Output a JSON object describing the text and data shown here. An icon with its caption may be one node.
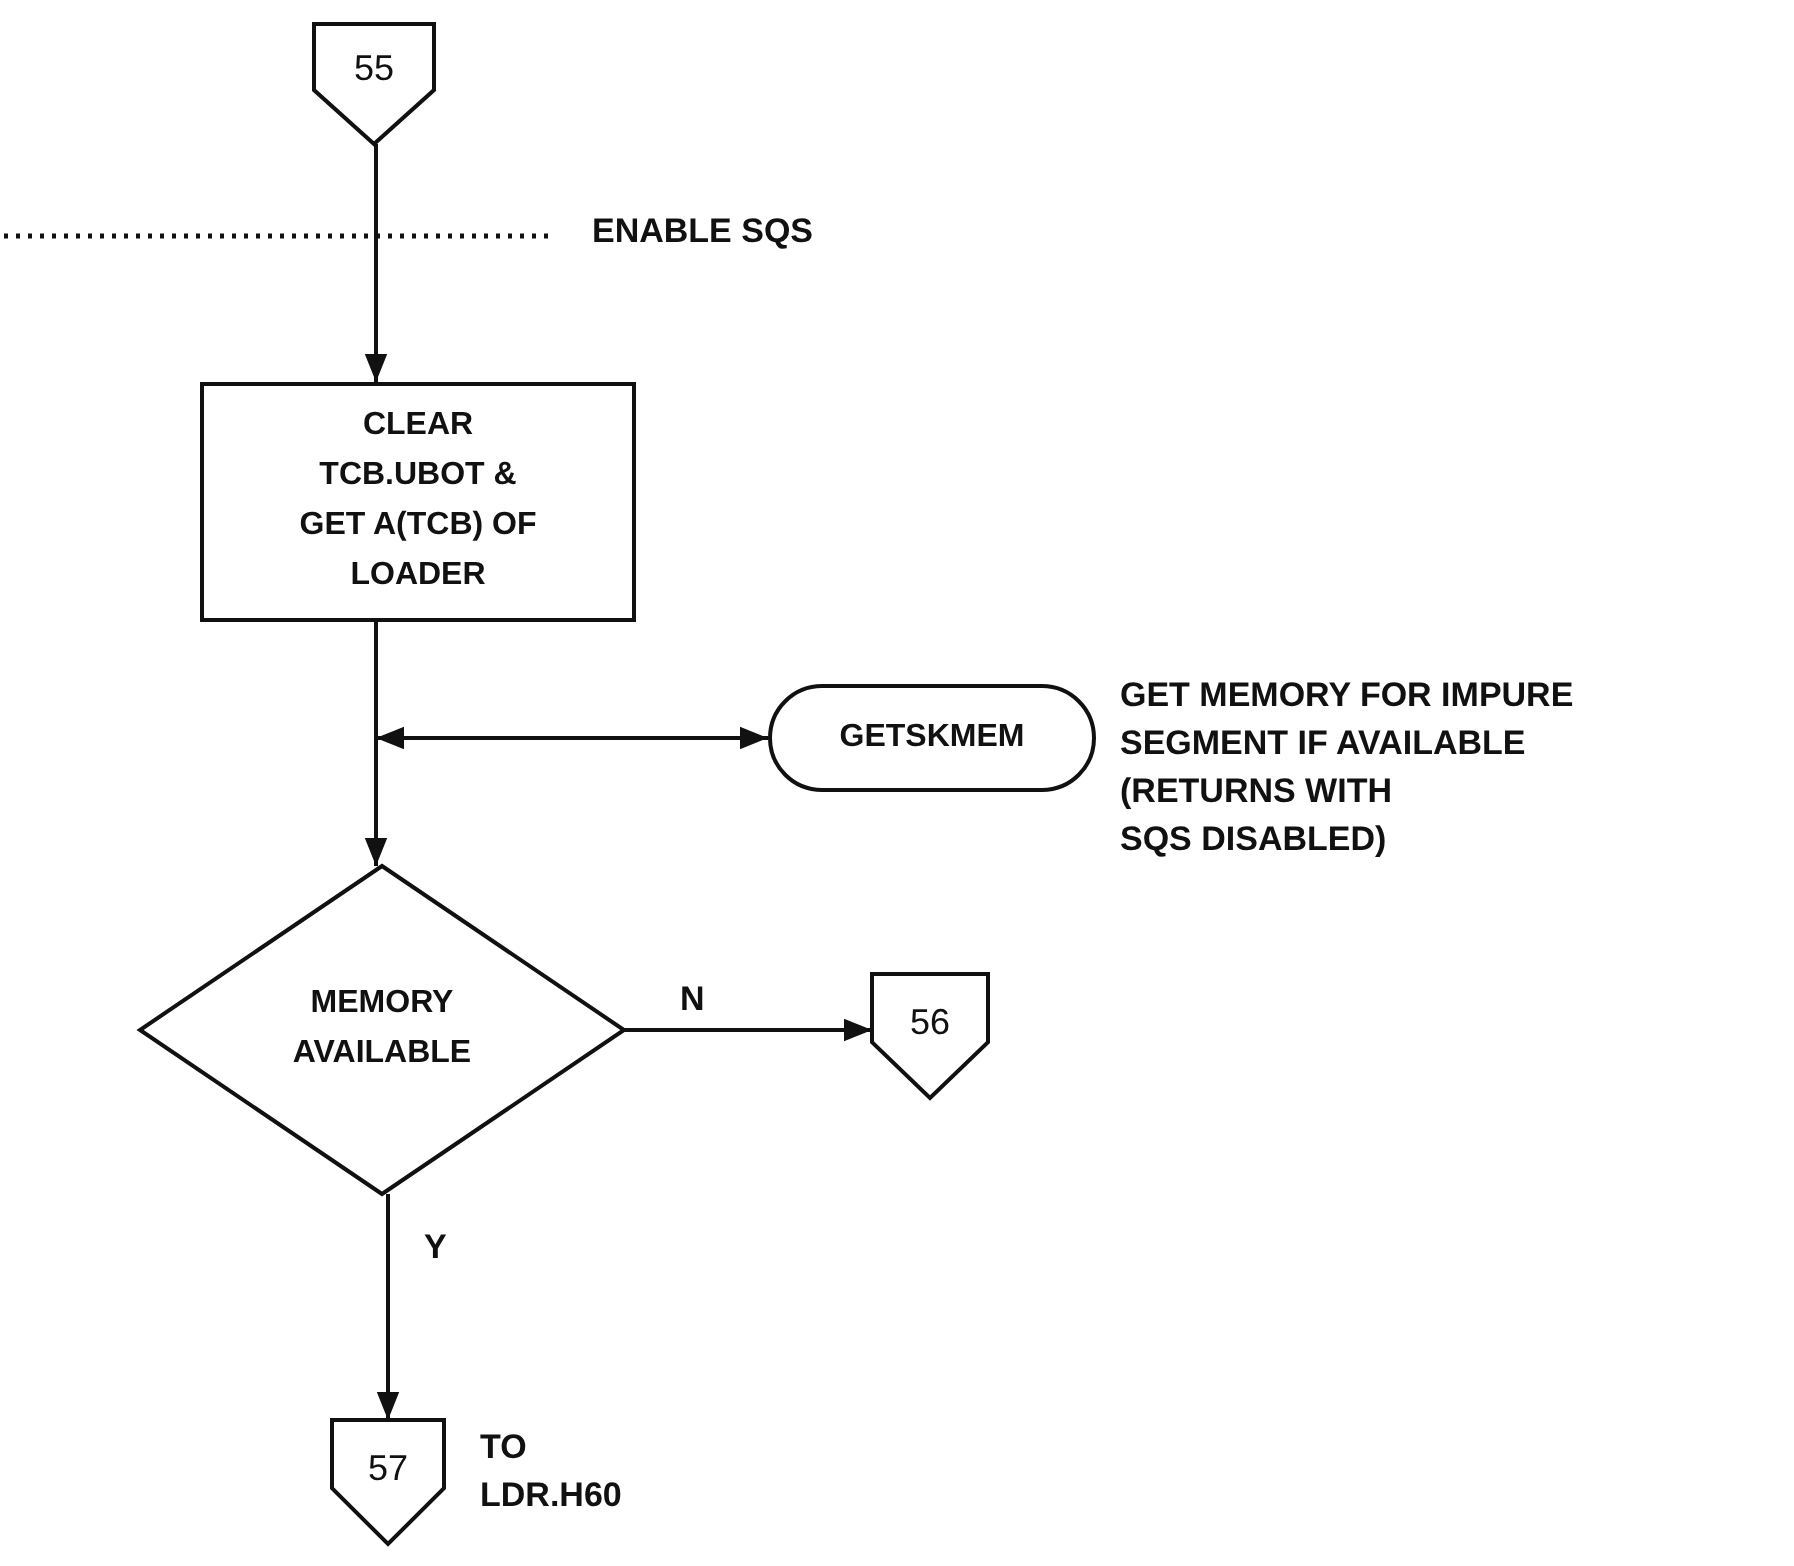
{
  "diagram": {
    "nodes": [
      {
        "text": [
          "55"
        ]
      },
      {
        "text": [
          "CLEAR TCB.UBOT & GET A(TCB) OF LOADER"
        ]
      },
      {
        "text": [
          "GETSKMEM"
        ],
        "beside": [
          "GET MEMORY FOR IMPURE SEGMENT IF AVAILABLE",
          "(RETURNS WITH SQS DISABLED)"
        ]
      },
      {
        "text": [
          "MEMORY AVAILABLE"
        ]
      },
      {
        "text": [
          "56"
        ]
      },
      {
        "text": [
          "57"
        ],
        "beside": [
          "TO LDR.H60"
        ]
      }
    ],
    "edges": [
      {
        "from": 0,
        "to": 1,
        "arrow": "to"
      },
      {
        "from": 1,
        "to": 3,
        "arrow": "to"
      },
      {
        "from": null,
        "to": 2,
        "arrow": "both"
      },
      {
        "from": 3,
        "to": 4,
        "arrow": "to",
        "label": "N"
      },
      {
        "from": 3,
        "to": 5,
        "arrow": "to",
        "label": "Y"
      }
    ],
    "labels": [
      "ENABLE SQS"
    ]
  }
}
